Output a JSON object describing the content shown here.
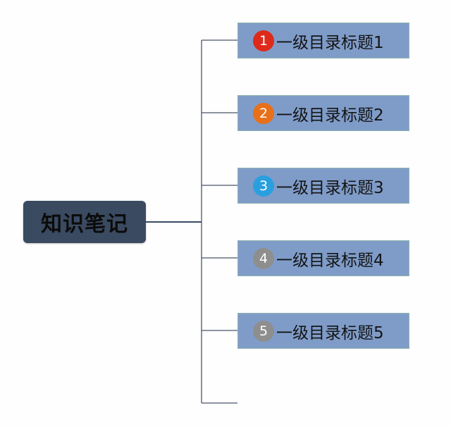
{
  "root": {
    "label": "知识笔记",
    "color": "#3a4a61"
  },
  "topics": [
    {
      "number": "1",
      "label": "一级目录标题1",
      "badge_color": "#dd2a1b"
    },
    {
      "number": "2",
      "label": "一级目录标题2",
      "badge_color": "#e8701a"
    },
    {
      "number": "3",
      "label": "一级目录标题3",
      "badge_color": "#2a9fe0"
    },
    {
      "number": "4",
      "label": "一级目录标题4",
      "badge_color": "#8e8e8e"
    },
    {
      "number": "5",
      "label": "一级目录标题5",
      "badge_color": "#8e8e8e"
    }
  ],
  "colors": {
    "topic_fill": "#7f9cc8",
    "topic_border": "#8fb3b0",
    "connector": "#3a4a61",
    "background": "#fefefe"
  }
}
